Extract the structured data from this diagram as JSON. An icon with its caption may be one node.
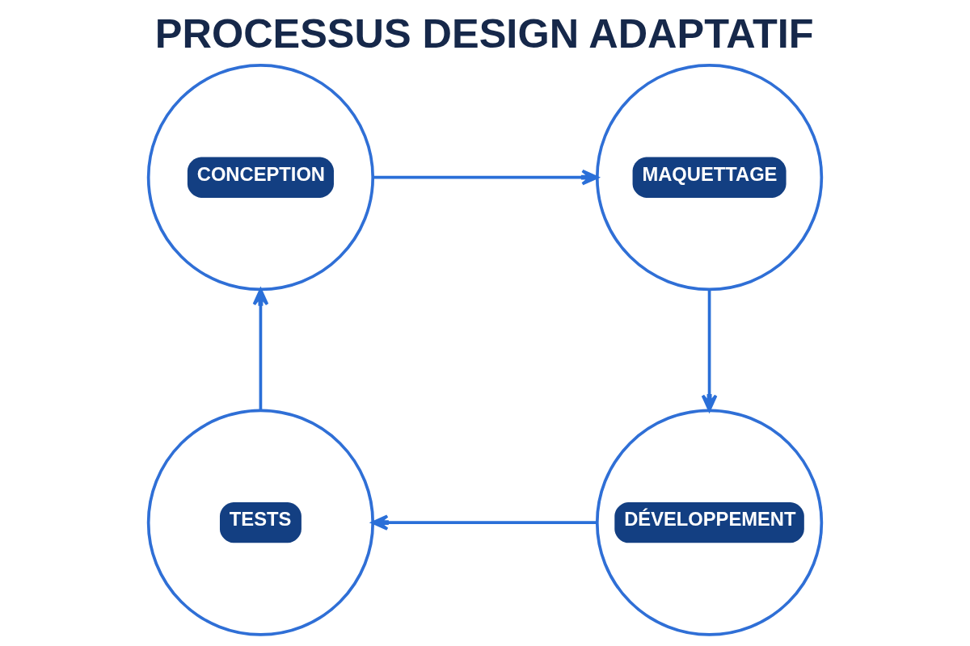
{
  "diagram": {
    "title": "PROCESSUS DESIGN ADAPTATIF",
    "nodes": [
      {
        "text": [
          "CONCEPTION"
        ]
      },
      {
        "text": [
          "MAQUETTAGE"
        ]
      },
      {
        "text": [
          "DÉVELOPPEMENT"
        ]
      },
      {
        "text": [
          "TESTS"
        ]
      }
    ],
    "edges": [
      {
        "from": 0,
        "to": 1,
        "arrow": "to"
      },
      {
        "from": 1,
        "to": 2,
        "arrow": "to"
      },
      {
        "from": 2,
        "to": 3,
        "arrow": "to"
      },
      {
        "from": 3,
        "to": 0,
        "arrow": "to"
      }
    ]
  }
}
